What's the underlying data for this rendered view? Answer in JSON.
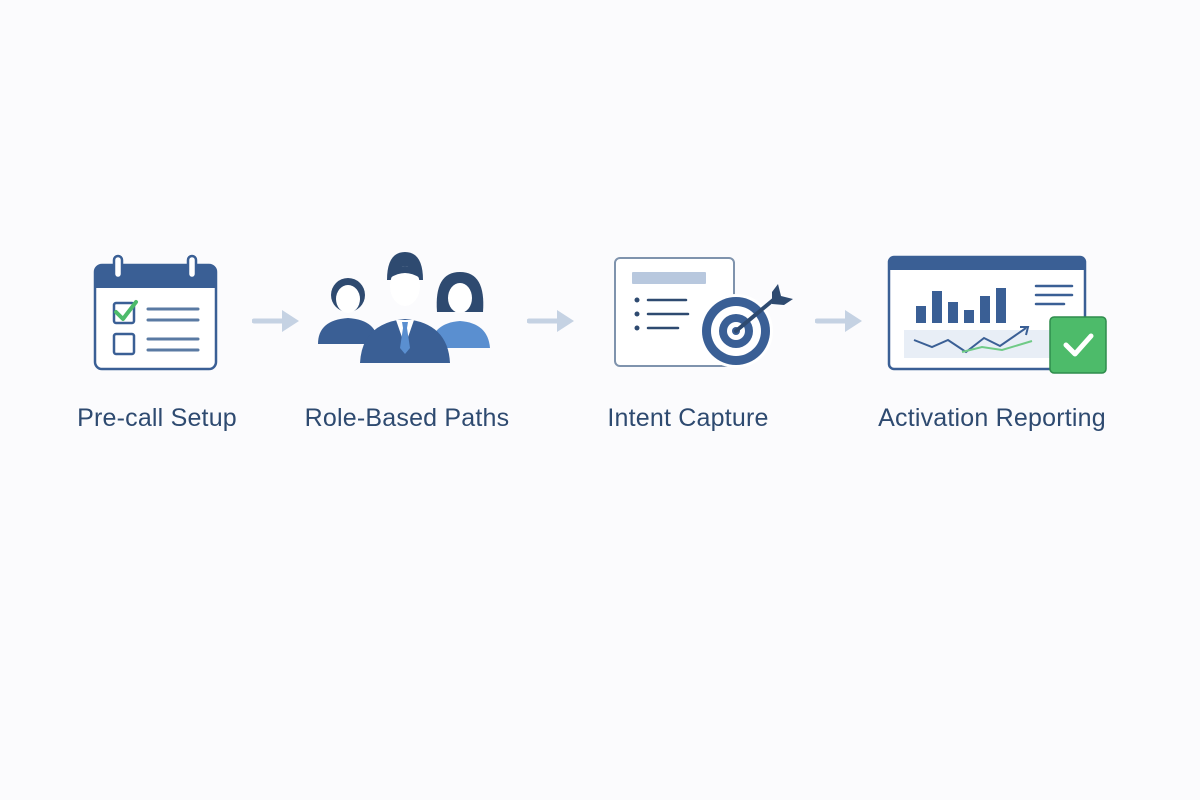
{
  "colors": {
    "navy": "#3a5f95",
    "dark_navy": "#2e4a70",
    "light_blue": "#5a8fd0",
    "pale_blue": "#b8c8de",
    "green": "#4dbb6a",
    "arrow": "#c5d2e3"
  },
  "steps": [
    {
      "label": "Pre-call Setup",
      "icon": "calendar-checklist-icon"
    },
    {
      "label": "Role-Based Paths",
      "icon": "team-people-icon"
    },
    {
      "label": "Intent Capture",
      "icon": "target-document-icon"
    },
    {
      "label": "Activation Reporting",
      "icon": "dashboard-chart-check-icon"
    }
  ],
  "arrows": [
    "right-arrow-icon",
    "right-arrow-icon",
    "right-arrow-icon"
  ]
}
